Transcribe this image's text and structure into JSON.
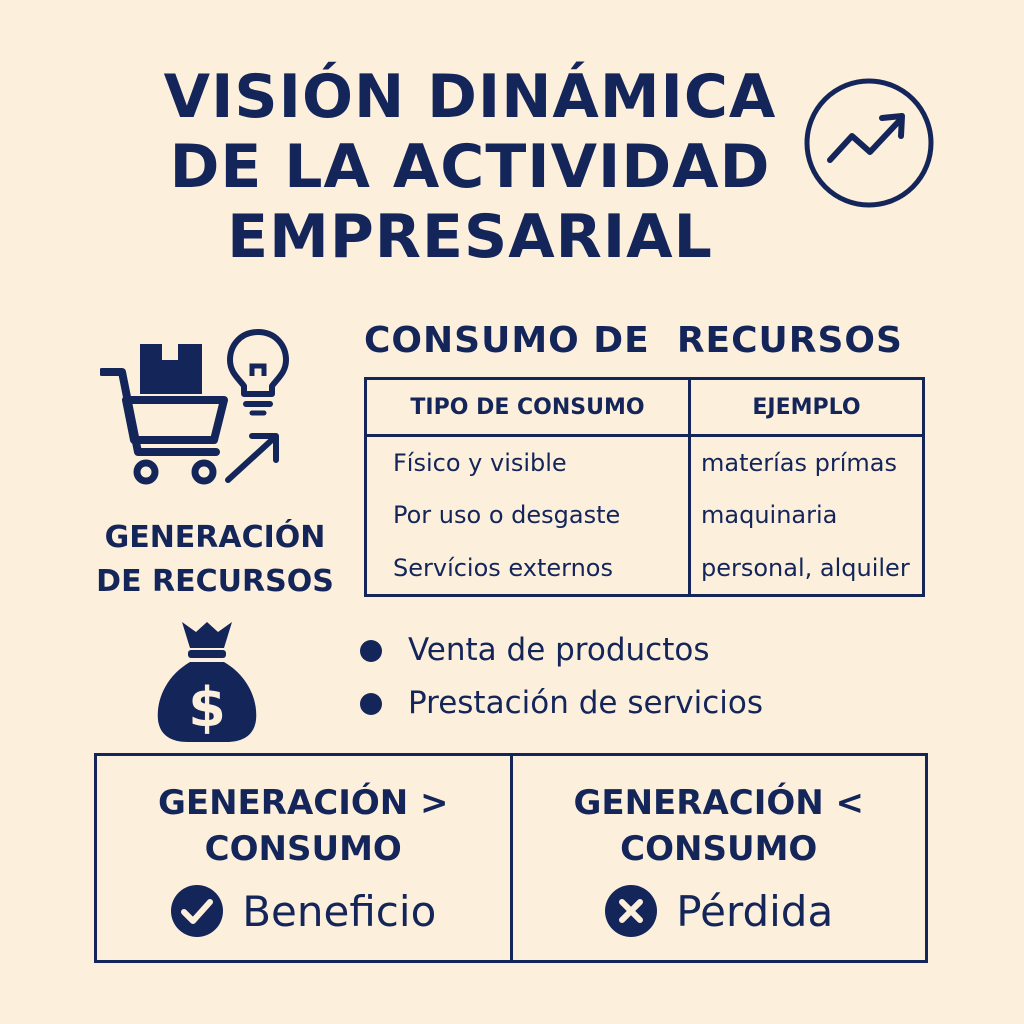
{
  "title": {
    "line1": "VISIÓN DINÁMICA",
    "line2": "DE LA ACTIVIDAD",
    "line3": "EMPRESARIAL"
  },
  "icons": {
    "title": "trend-up-icon",
    "resources": [
      "shopping-cart-icon",
      "box-icon",
      "lightbulb-icon",
      "arrow-up-right-icon"
    ],
    "generation": "money-bag-icon",
    "profit": "check-circle-icon",
    "loss": "x-circle-icon"
  },
  "colors": {
    "primary": "#14255a",
    "background": "#fcefdc"
  },
  "generacion": {
    "line1": "GENERACIÓN",
    "line2": "DE RECURSOS",
    "items": [
      "Venta de productos",
      "Prestación de servicios"
    ]
  },
  "consumo": {
    "title": "CONSUMO DE  RECURSOS",
    "headers": [
      "TIPO DE CONSUMO",
      "EJEMPLO"
    ],
    "rows": [
      [
        "Físico y visible",
        "materías prímas"
      ],
      [
        "Por uso o desgaste",
        "maquinaria"
      ],
      [
        "Servícios externos",
        "personal, alquiler"
      ]
    ]
  },
  "comparison": [
    {
      "line1": "GENERACIÓN >",
      "line2": "CONSUMO",
      "result": "Beneficio"
    },
    {
      "line1": "GENERACIÓN <",
      "line2": "CONSUMO",
      "result": "Pérdida"
    }
  ]
}
